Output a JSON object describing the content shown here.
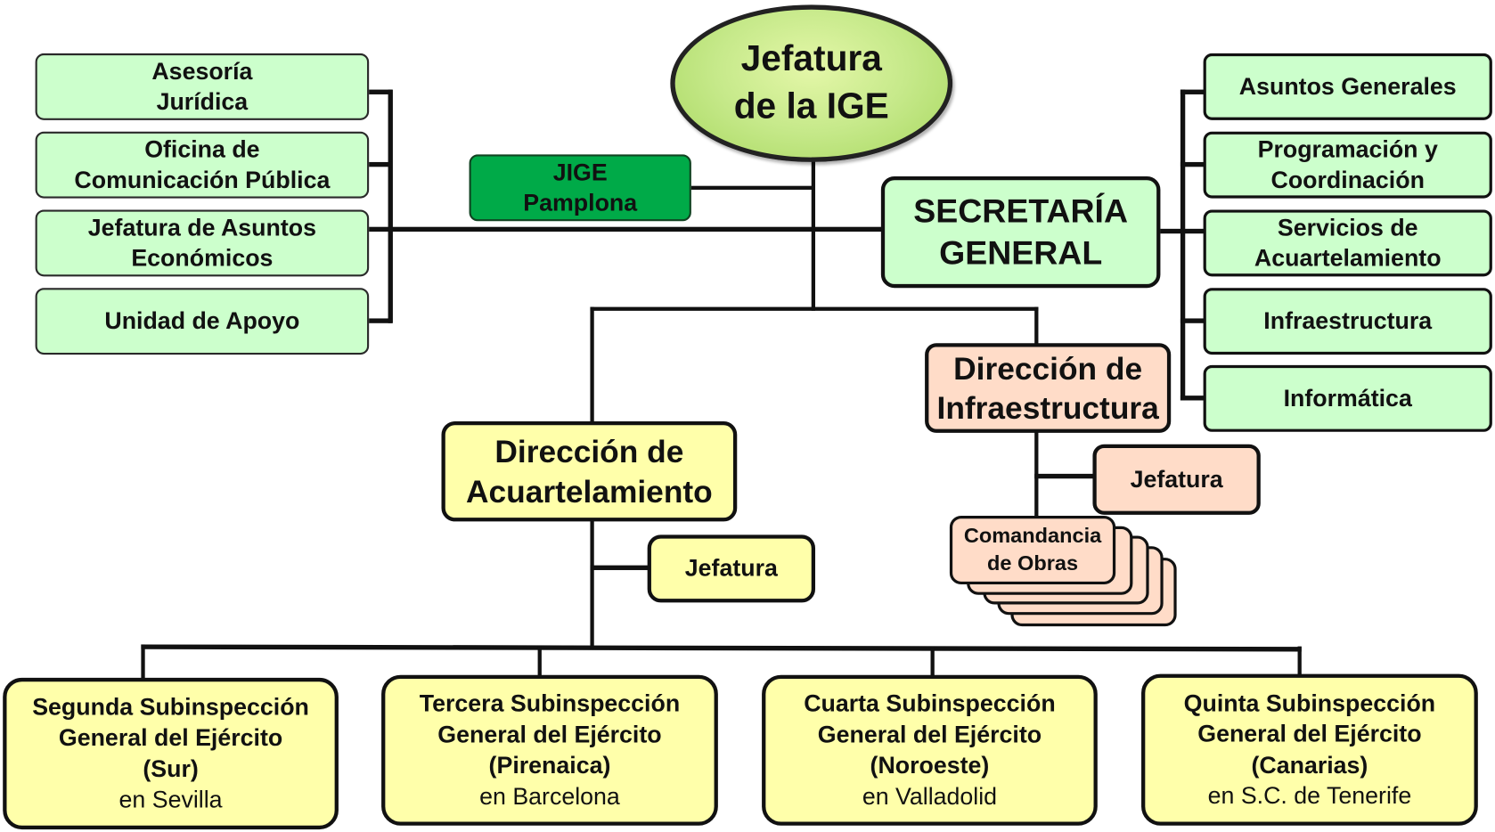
{
  "root": {
    "line1": "Jefatura",
    "line2": "de la IGE"
  },
  "jige": {
    "line1": "JIGE",
    "line2": "Pamplona"
  },
  "left_units": [
    {
      "line1": "Asesoría",
      "line2": "Jurídica"
    },
    {
      "line1": "Oficina de",
      "line2": "Comunicación Pública"
    },
    {
      "line1": "Jefatura de Asuntos",
      "line2": "Económicos"
    },
    {
      "line1": "Unidad de Apoyo",
      "line2": ""
    }
  ],
  "secretaria": {
    "line1": "SECRETARÍA",
    "line2": "GENERAL"
  },
  "right_units": [
    {
      "line1": "Asuntos Generales",
      "line2": ""
    },
    {
      "line1": "Programación y",
      "line2": "Coordinación"
    },
    {
      "line1": "Servicios de",
      "line2": "Acuartelamiento"
    },
    {
      "line1": "Infraestructura",
      "line2": ""
    },
    {
      "line1": "Informática",
      "line2": ""
    }
  ],
  "dir_infra": {
    "line1": "Dirección de",
    "line2": "Infraestructura",
    "jefatura": "Jefatura",
    "comandancia1": "Comandancia",
    "comandancia2": "de Obras"
  },
  "dir_acuart": {
    "line1": "Dirección de",
    "line2": "Acuartelamiento",
    "jefatura": "Jefatura"
  },
  "subinspecciones": [
    {
      "line1": "Segunda Subinspección",
      "line2": "General del Ejército",
      "line3": "(Sur)",
      "location": "en Sevilla"
    },
    {
      "line1": "Tercera Subinspección",
      "line2": "General del Ejército",
      "line3": "(Pirenaica)",
      "location": "en Barcelona"
    },
    {
      "line1": "Cuarta Subinspección",
      "line2": "General del Ejército",
      "line3": "(Noroeste)",
      "location": "en Valladolid"
    },
    {
      "line1": "Quinta Subinspección",
      "line2": "General del Ejército",
      "line3": "(Canarias)",
      "location": "en S.C. de Tenerife"
    }
  ],
  "colors": {
    "staff": "#ccffcc",
    "root": "#b8e070",
    "jige": "#00b050",
    "infra": "#ffdcc8",
    "acuart": "#ffffaa"
  }
}
